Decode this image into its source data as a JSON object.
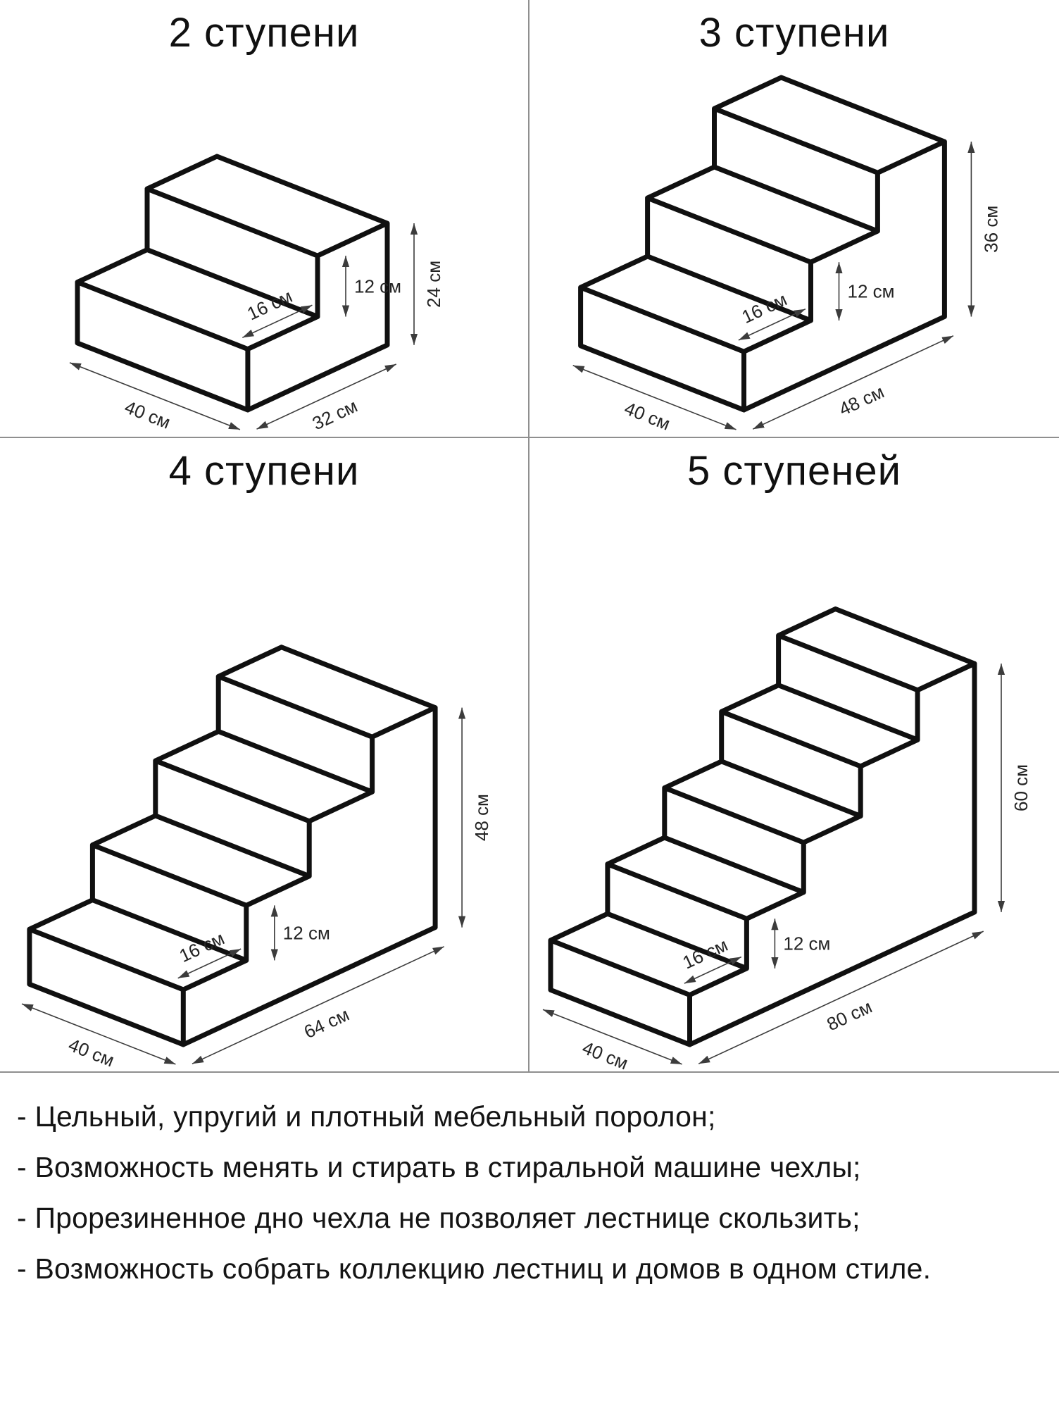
{
  "panels": [
    {
      "title": "2 ступени",
      "steps": 2,
      "dims": {
        "width": "40 см",
        "depth": "32 см",
        "height": "24 см",
        "step_height": "12 см",
        "step_depth": "16 см"
      }
    },
    {
      "title": "3 ступени",
      "steps": 3,
      "dims": {
        "width": "40 см",
        "depth": "48 см",
        "height": "36 см",
        "step_height": "12 см",
        "step_depth": "16 см"
      }
    },
    {
      "title": "4 ступени",
      "steps": 4,
      "dims": {
        "width": "40 см",
        "depth": "64 см",
        "height": "48 см",
        "step_height": "12 см",
        "step_depth": "16 см"
      }
    },
    {
      "title": "5 ступеней",
      "steps": 5,
      "dims": {
        "width": "40 см",
        "depth": "80 см",
        "height": "60 см",
        "step_height": "12 см",
        "step_depth": "16 см"
      }
    }
  ],
  "features": [
    "- Цельный, упругий и плотный мебельный поролон;",
    "- Возможность менять и стирать в стиральной машине чехлы;",
    "- Прорезиненное дно чехла не позволяет лестнице скользить;",
    "- Возможность собрать коллекцию лестниц и домов в одном стиле."
  ],
  "colors": {
    "outline": "#101010",
    "dimension": "#3c3c3c",
    "divider": "#8f8f8f",
    "background": "#ffffff",
    "text": "#141414"
  }
}
